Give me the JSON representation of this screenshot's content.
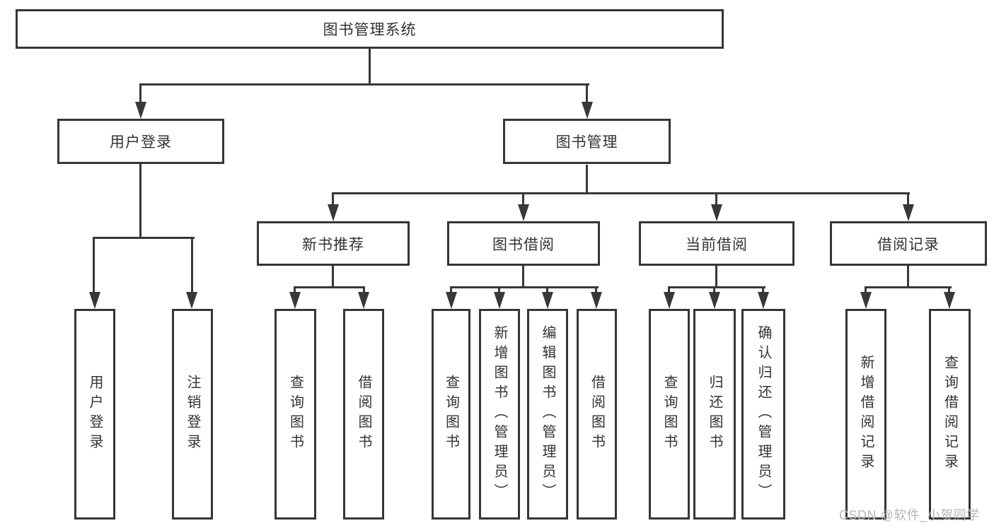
{
  "diagram": {
    "root": "图书管理系统",
    "branches": [
      {
        "label": "用户登录",
        "children": [
          "用户登录",
          "注销登录"
        ]
      },
      {
        "label": "图书管理",
        "sections": [
          {
            "label": "新书推荐",
            "children": [
              "查询图书",
              "借阅图书"
            ]
          },
          {
            "label": "图书借阅",
            "children": [
              "查询图书",
              "新增图书（管理员）",
              "编辑图书（管理员）",
              "借阅图书"
            ]
          },
          {
            "label": "当前借阅",
            "children": [
              "查询图书",
              "归还图书",
              "确认归还（管理员）"
            ]
          },
          {
            "label": "借阅记录",
            "children": [
              "新增借阅记录",
              "查询借阅记录"
            ]
          }
        ]
      }
    ]
  },
  "watermark": {
    "text": "CSDN @软件_小贺同学"
  },
  "colors": {
    "line": "#383838",
    "node_border": "#363636",
    "text": "#333333",
    "watermark": "#b5b5b5",
    "background": "#ffffff"
  }
}
